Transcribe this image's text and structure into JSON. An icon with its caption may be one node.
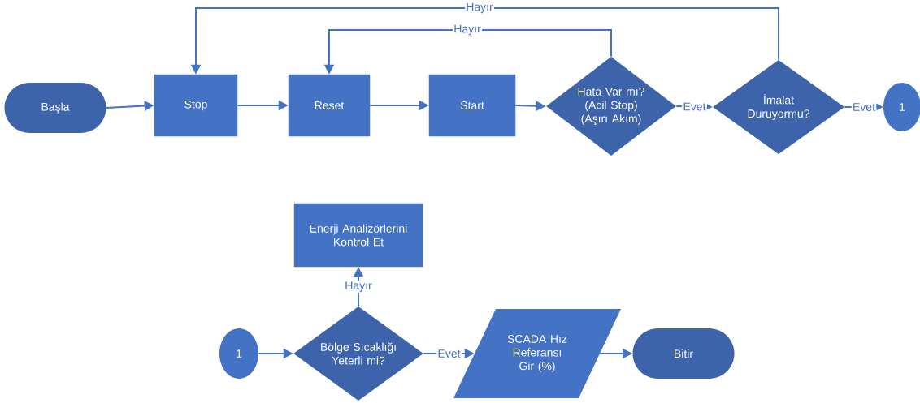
{
  "diagram": {
    "nodes": [
      {
        "text": [
          "Başla"
        ]
      },
      {
        "text": [
          "Stop"
        ]
      },
      {
        "text": [
          "Reset"
        ]
      },
      {
        "text": [
          "Start"
        ]
      },
      {
        "text": [
          "Hata Var mı? (Acil Stop) (Aşırı Akım)"
        ]
      },
      {
        "text": [
          "İmalat Duruyormu?"
        ]
      },
      {
        "text": [
          "1"
        ]
      },
      {
        "text": [
          "Enerji Analizörlerini Kontrol Et"
        ]
      },
      {
        "text": [
          "1"
        ]
      },
      {
        "text": [
          "Bölge Sıcaklığı Yeterli mi?"
        ]
      },
      {
        "text": [
          "SCADA Hız Referansı Gir (%)"
        ]
      },
      {
        "text": [
          "Bitir"
        ]
      }
    ],
    "edges": [
      {
        "from": 0,
        "to": 1,
        "arrow": "to"
      },
      {
        "from": 1,
        "to": 2,
        "arrow": "to"
      },
      {
        "from": 2,
        "to": 3,
        "arrow": "to"
      },
      {
        "from": 3,
        "to": 4,
        "arrow": "to"
      },
      {
        "from": 4,
        "to": 5,
        "arrow": "to",
        "label": "Evet"
      },
      {
        "from": 5,
        "to": 6,
        "arrow": "to",
        "label": "Evet"
      },
      {
        "from": 4,
        "to": 2,
        "arrow": "to",
        "label": "Hayır"
      },
      {
        "from": 5,
        "to": 1,
        "arrow": "to",
        "label": "Hayır"
      },
      {
        "from": 8,
        "to": 9,
        "arrow": "to"
      },
      {
        "from": 9,
        "to": 7,
        "arrow": "to",
        "label": "Hayır"
      },
      {
        "from": 9,
        "to": 10,
        "arrow": "to",
        "label": "Evet"
      },
      {
        "from": 10,
        "to": 11,
        "arrow": "to"
      }
    ]
  }
}
